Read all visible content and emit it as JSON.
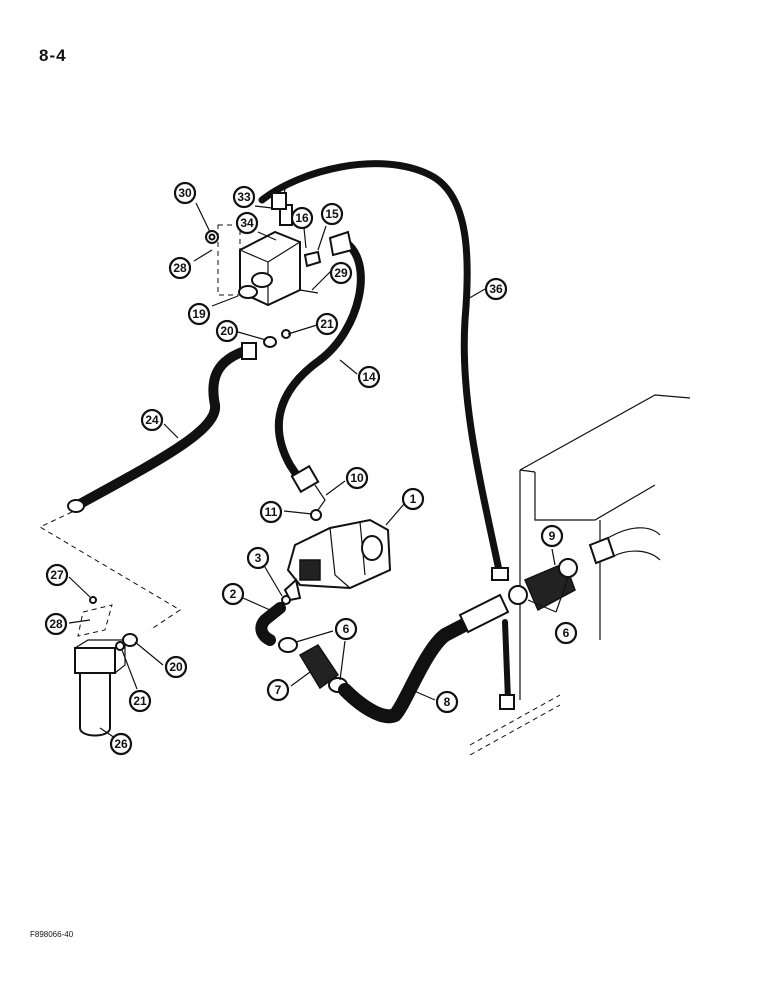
{
  "page": {
    "page_number": "8-4",
    "figure_code": "F898066-40"
  },
  "callouts": [
    {
      "id": "c30",
      "label": "30"
    },
    {
      "id": "c33",
      "label": "33"
    },
    {
      "id": "c34",
      "label": "34"
    },
    {
      "id": "c16",
      "label": "16"
    },
    {
      "id": "c15",
      "label": "15"
    },
    {
      "id": "c28a",
      "label": "28"
    },
    {
      "id": "c29",
      "label": "29"
    },
    {
      "id": "c19",
      "label": "19"
    },
    {
      "id": "c20a",
      "label": "20"
    },
    {
      "id": "c21a",
      "label": "21"
    },
    {
      "id": "c36",
      "label": "36"
    },
    {
      "id": "c14",
      "label": "14"
    },
    {
      "id": "c24",
      "label": "24"
    },
    {
      "id": "c10",
      "label": "10"
    },
    {
      "id": "c11",
      "label": "11"
    },
    {
      "id": "c1",
      "label": "1"
    },
    {
      "id": "c9",
      "label": "9"
    },
    {
      "id": "c3",
      "label": "3"
    },
    {
      "id": "c27",
      "label": "27"
    },
    {
      "id": "c2",
      "label": "2"
    },
    {
      "id": "c6a",
      "label": "6"
    },
    {
      "id": "c6b",
      "label": "6"
    },
    {
      "id": "c28b",
      "label": "28"
    },
    {
      "id": "c20b",
      "label": "20"
    },
    {
      "id": "c7",
      "label": "7"
    },
    {
      "id": "c8",
      "label": "8"
    },
    {
      "id": "c21b",
      "label": "21"
    },
    {
      "id": "c26",
      "label": "26"
    }
  ]
}
